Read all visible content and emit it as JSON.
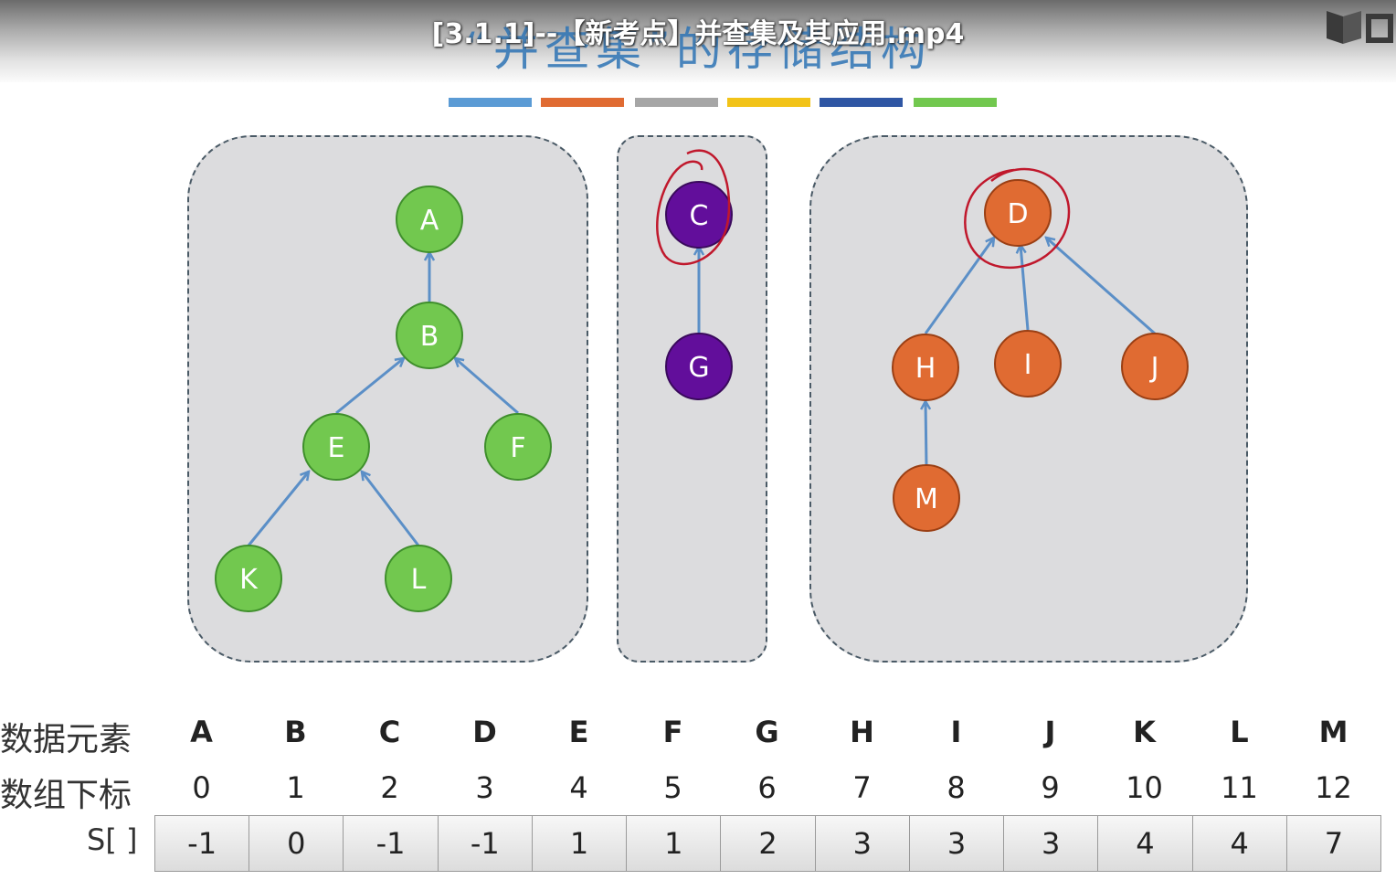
{
  "video": {
    "title": "[3.1.1]--【新考点】并查集及其应用.mp4",
    "slide_title": "“并查集”的存储结构"
  },
  "strip_colors": [
    "#5b9bd5",
    "#e06b32",
    "#a6a6a6",
    "#f2c318",
    "#2f56a4",
    "#72c84f"
  ],
  "colors": {
    "green": "#72c84f",
    "purple": "#620e9b",
    "orange": "#e06b32",
    "arrow": "#5b8fc7",
    "annotation": "#c0182c"
  },
  "nodes": {
    "A": "A",
    "B": "B",
    "C": "C",
    "D": "D",
    "E": "E",
    "F": "F",
    "G": "G",
    "H": "H",
    "I": "I",
    "J": "J",
    "K": "K",
    "L": "L",
    "M": "M"
  },
  "table": {
    "element_label": "数据元素",
    "index_label": "数组下标",
    "s_label": "S[ ]",
    "elements": [
      "A",
      "B",
      "C",
      "D",
      "E",
      "F",
      "G",
      "H",
      "I",
      "J",
      "K",
      "L",
      "M"
    ],
    "indices": [
      "0",
      "1",
      "2",
      "3",
      "4",
      "5",
      "6",
      "7",
      "8",
      "9",
      "10",
      "11",
      "12"
    ],
    "s_values": [
      "-1",
      "0",
      "-1",
      "-1",
      "1",
      "1",
      "2",
      "3",
      "3",
      "3",
      "4",
      "4",
      "7"
    ]
  }
}
